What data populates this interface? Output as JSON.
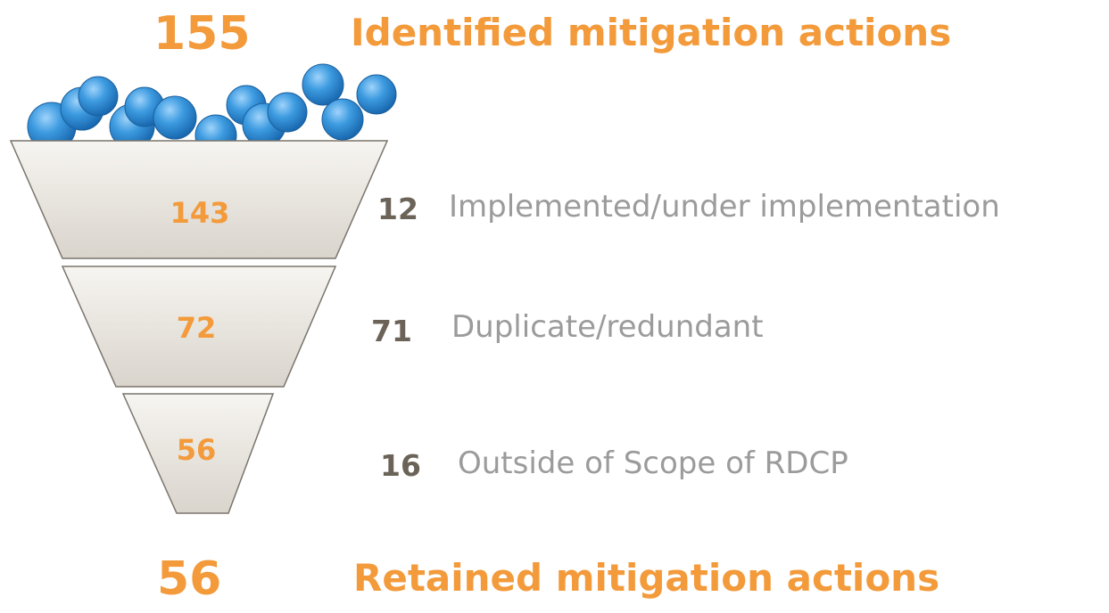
{
  "header": {
    "count": "155",
    "label": "Identified mitigation actions"
  },
  "funnel": {
    "stages": [
      {
        "value": "143"
      },
      {
        "value": "72"
      },
      {
        "value": "56"
      }
    ]
  },
  "removals": [
    {
      "count": "12",
      "label": "Implemented/under implementation"
    },
    {
      "count": "71",
      "label": "Duplicate/redundant"
    },
    {
      "count": "16",
      "label": "Outside of Scope of RDCP"
    }
  ],
  "footer": {
    "count": "56",
    "label": "Retained mitigation actions"
  },
  "colors": {
    "accent": "#f39a3b",
    "secondary_number": "#6b6358",
    "secondary_text": "#9b9b9b",
    "funnel_fill": "#e9e5df",
    "funnel_stroke": "#7a746c",
    "ball": "#2e8fd6"
  },
  "icons": [
    "blue-ball-icon"
  ]
}
